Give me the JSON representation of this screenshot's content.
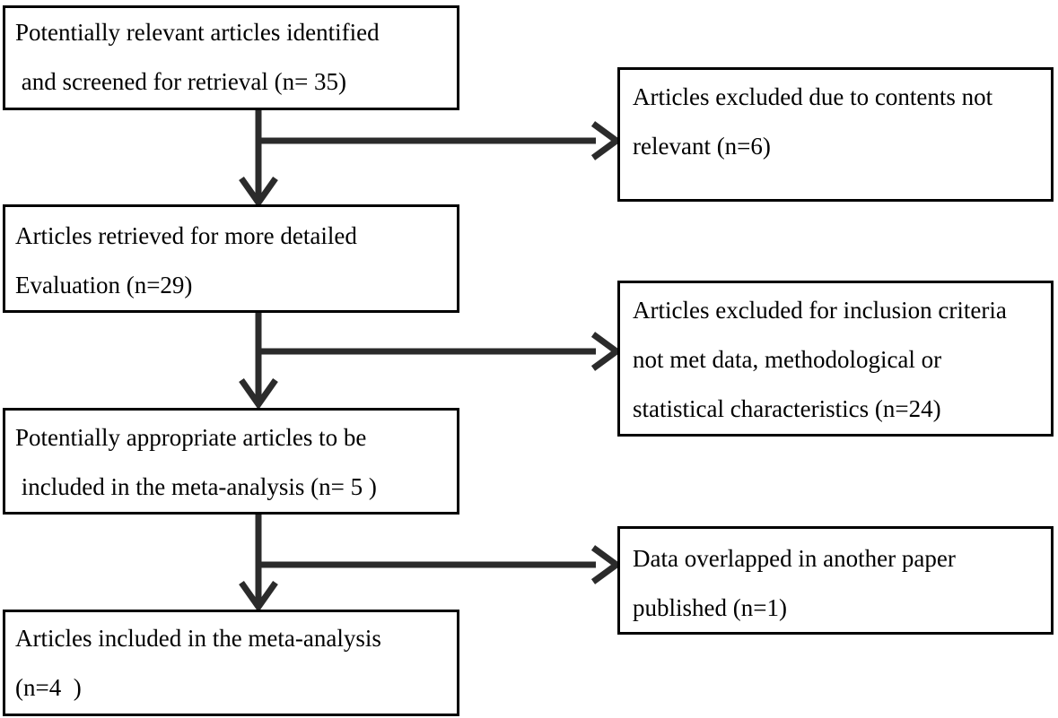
{
  "figure": {
    "type": "flowchart",
    "background": "#ffffff",
    "box_border_color": "#000000",
    "arrow_color": "#2b2b2b",
    "text_color": "#000000"
  },
  "boxes": {
    "identified": {
      "lines": [
        "Potentially relevant articles identified",
        " and screened for retrieval (n= 35)"
      ],
      "n": 35
    },
    "excluded_not_relevant": {
      "lines": [
        "Articles excluded due to contents not",
        "relevant (n=6)"
      ],
      "n": 6
    },
    "retrieved": {
      "lines": [
        "Articles retrieved for more detailed",
        "Evaluation (n=29)"
      ],
      "n": 29
    },
    "excluded_criteria": {
      "lines": [
        "Articles excluded for inclusion criteria",
        "not met data, methodological or",
        "statistical characteristics (n=24)"
      ],
      "n": 24
    },
    "appropriate": {
      "lines": [
        "Potentially appropriate articles to be",
        " included in the meta-analysis (n= 5 )"
      ],
      "n": 5
    },
    "overlapped": {
      "lines": [
        "Data overlapped in another paper",
        "published (n=1)"
      ],
      "n": 1
    },
    "included": {
      "lines": [
        "Articles included in the meta-analysis",
        "(n=4  )"
      ],
      "n": 4
    }
  },
  "connections": [
    {
      "from": "identified",
      "to": "retrieved",
      "type": "down-arrow"
    },
    {
      "from": "identified",
      "to": "excluded_not_relevant",
      "type": "right-arrow"
    },
    {
      "from": "retrieved",
      "to": "appropriate",
      "type": "down-arrow"
    },
    {
      "from": "retrieved",
      "to": "excluded_criteria",
      "type": "right-arrow"
    },
    {
      "from": "appropriate",
      "to": "included",
      "type": "down-arrow"
    },
    {
      "from": "appropriate",
      "to": "overlapped",
      "type": "right-arrow"
    }
  ]
}
